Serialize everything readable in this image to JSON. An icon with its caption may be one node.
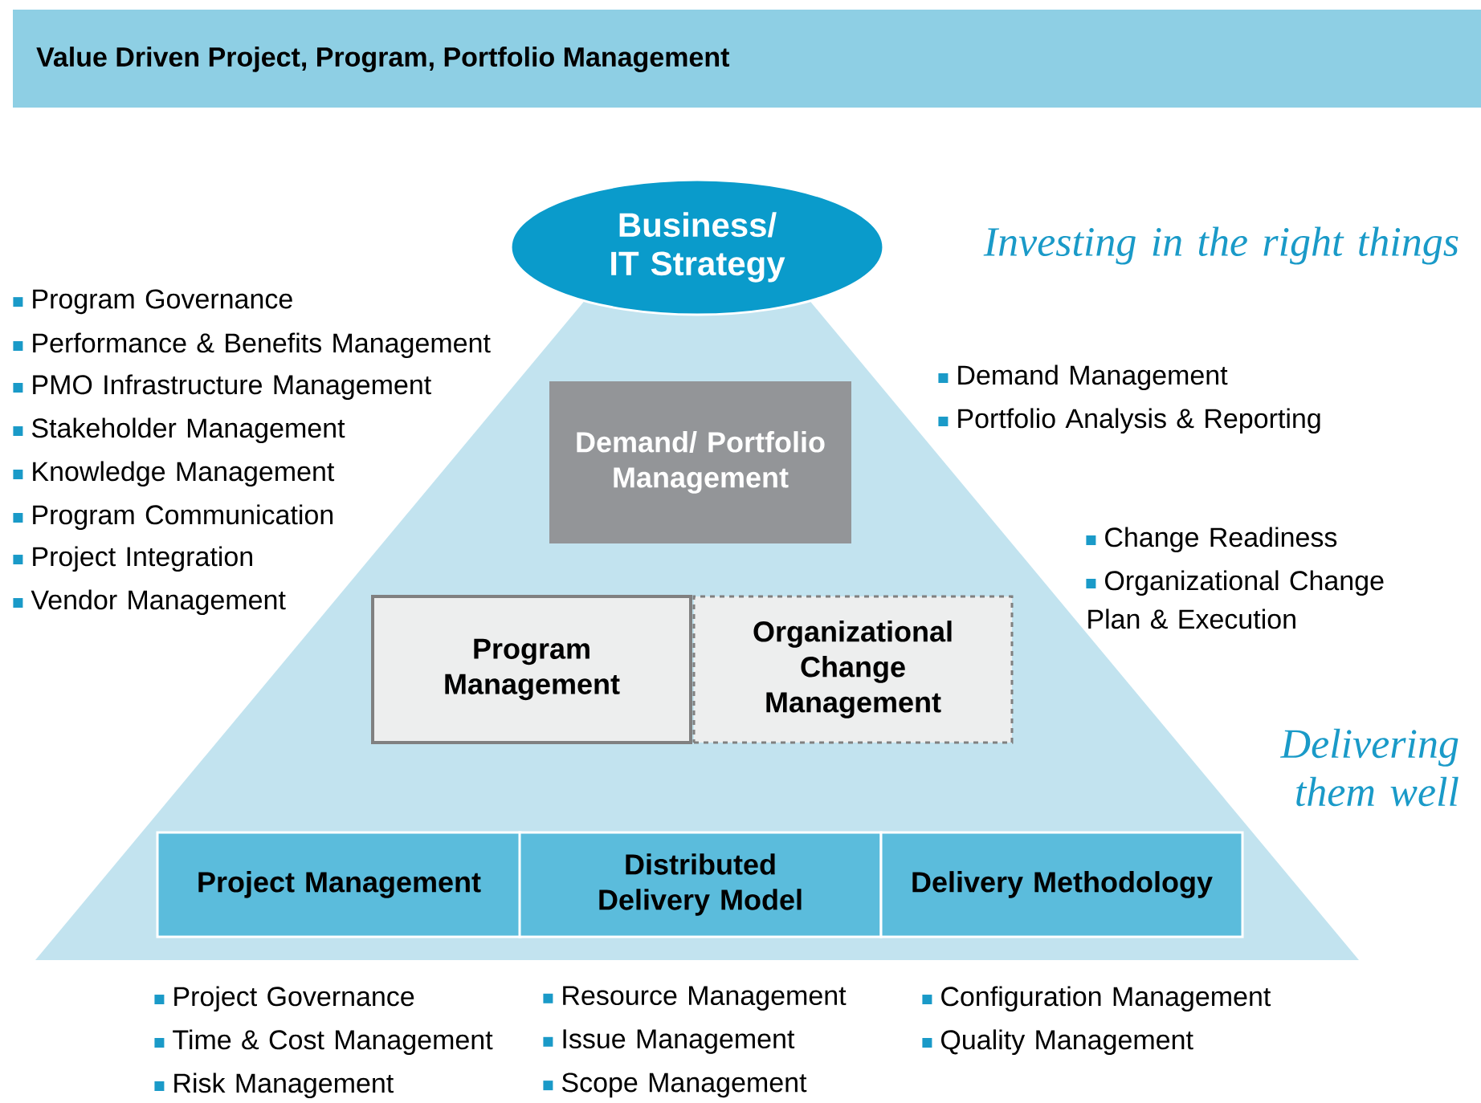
{
  "diagram": {
    "title": "Value Driven Project, Program, Portfolio Management",
    "nodes": [
      {
        "text": [
          "Business/ IT Strategy"
        ]
      },
      {
        "text": [
          "Demand/ Portfolio Management"
        ]
      },
      {
        "text": [
          "Program Management"
        ]
      },
      {
        "text": [
          "Organizational Change Management"
        ]
      },
      {
        "text": [
          "Project Management"
        ]
      },
      {
        "text": [
          "Distributed Delivery Model"
        ]
      },
      {
        "text": [
          "Delivery Methodology"
        ]
      }
    ],
    "labels": [
      "Investing in the right things",
      "Program Governance",
      "Performance & Benefits Management",
      "PMO Infrastructure Management",
      "Stakeholder Management",
      "Knowledge Management",
      "Program Communication",
      "Project Integration",
      "Vendor Management",
      "Demand Management",
      "Portfolio Analysis & Reporting",
      "Change Readiness",
      "Organizational Change Plan & Execution",
      "Delivering them well",
      "Project Governance",
      "Time & Cost Management",
      "Risk Management",
      "Resource Management",
      "Issue Management",
      "Scope Management",
      "Configuration Management",
      "Quality Management"
    ]
  }
}
